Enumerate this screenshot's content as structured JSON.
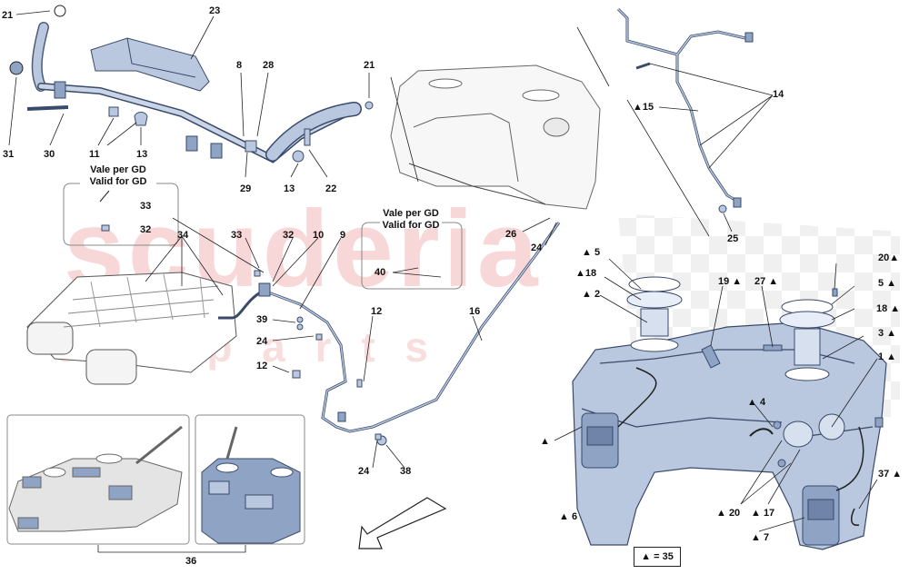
{
  "watermark": {
    "brand": "scuderia",
    "tagline": "c a r p a r t s",
    "color": "#f2b7b7"
  },
  "colors": {
    "part_fill": "#b9c8df",
    "part_stroke": "#3a4a6a",
    "line": "#222222",
    "tank_outline": "#555555"
  },
  "callouts": {
    "gd_box_left": {
      "line1": "Vale per GD",
      "line2": "Valid for GD"
    },
    "gd_box_mid": {
      "line1": "Vale per GD",
      "line2": "Valid for GD"
    },
    "legend": "▲ = 35"
  },
  "labels": [
    {
      "id": "l21a",
      "text": "21"
    },
    {
      "id": "l23",
      "text": "23"
    },
    {
      "id": "l8",
      "text": "8"
    },
    {
      "id": "l28",
      "text": "28"
    },
    {
      "id": "l21b",
      "text": "21"
    },
    {
      "id": "l31",
      "text": "31"
    },
    {
      "id": "l30",
      "text": "30"
    },
    {
      "id": "l11",
      "text": "11"
    },
    {
      "id": "l13a",
      "text": "13"
    },
    {
      "id": "l29",
      "text": "29"
    },
    {
      "id": "l13b",
      "text": "13"
    },
    {
      "id": "l22",
      "text": "22"
    },
    {
      "id": "l33a",
      "text": "33"
    },
    {
      "id": "l32a",
      "text": "32"
    },
    {
      "id": "l34",
      "text": "34"
    },
    {
      "id": "l33b",
      "text": "33"
    },
    {
      "id": "l32b",
      "text": "32"
    },
    {
      "id": "l10",
      "text": "10"
    },
    {
      "id": "l9",
      "text": "9"
    },
    {
      "id": "l40",
      "text": "40"
    },
    {
      "id": "l39",
      "text": "39"
    },
    {
      "id": "l24a",
      "text": "24"
    },
    {
      "id": "l12a",
      "text": "12"
    },
    {
      "id": "l12b",
      "text": "12"
    },
    {
      "id": "l16",
      "text": "16"
    },
    {
      "id": "l26",
      "text": "26"
    },
    {
      "id": "l24b",
      "text": "24"
    },
    {
      "id": "l24c",
      "text": "24"
    },
    {
      "id": "l38",
      "text": "38"
    },
    {
      "id": "l36",
      "text": "36"
    },
    {
      "id": "l14",
      "text": "14"
    },
    {
      "id": "l15",
      "text": "▲15"
    },
    {
      "id": "l25",
      "text": "25"
    },
    {
      "id": "l5a",
      "text": "▲ 5"
    },
    {
      "id": "l18a",
      "text": "▲18"
    },
    {
      "id": "l2",
      "text": "▲ 2"
    },
    {
      "id": "l19",
      "text": "19 ▲"
    },
    {
      "id": "l27",
      "text": "27 ▲"
    },
    {
      "id": "l20a",
      "text": "20▲"
    },
    {
      "id": "l5b",
      "text": "5 ▲"
    },
    {
      "id": "l18b",
      "text": "18 ▲"
    },
    {
      "id": "l3",
      "text": "3 ▲"
    },
    {
      "id": "l1",
      "text": "1 ▲"
    },
    {
      "id": "l4",
      "text": "▲ 4"
    },
    {
      "id": "ltri",
      "text": "▲"
    },
    {
      "id": "l6",
      "text": "▲ 6"
    },
    {
      "id": "l20b",
      "text": "▲ 20"
    },
    {
      "id": "l17",
      "text": "▲ 17"
    },
    {
      "id": "l7",
      "text": "▲ 7"
    },
    {
      "id": "l37",
      "text": "37 ▲"
    }
  ]
}
